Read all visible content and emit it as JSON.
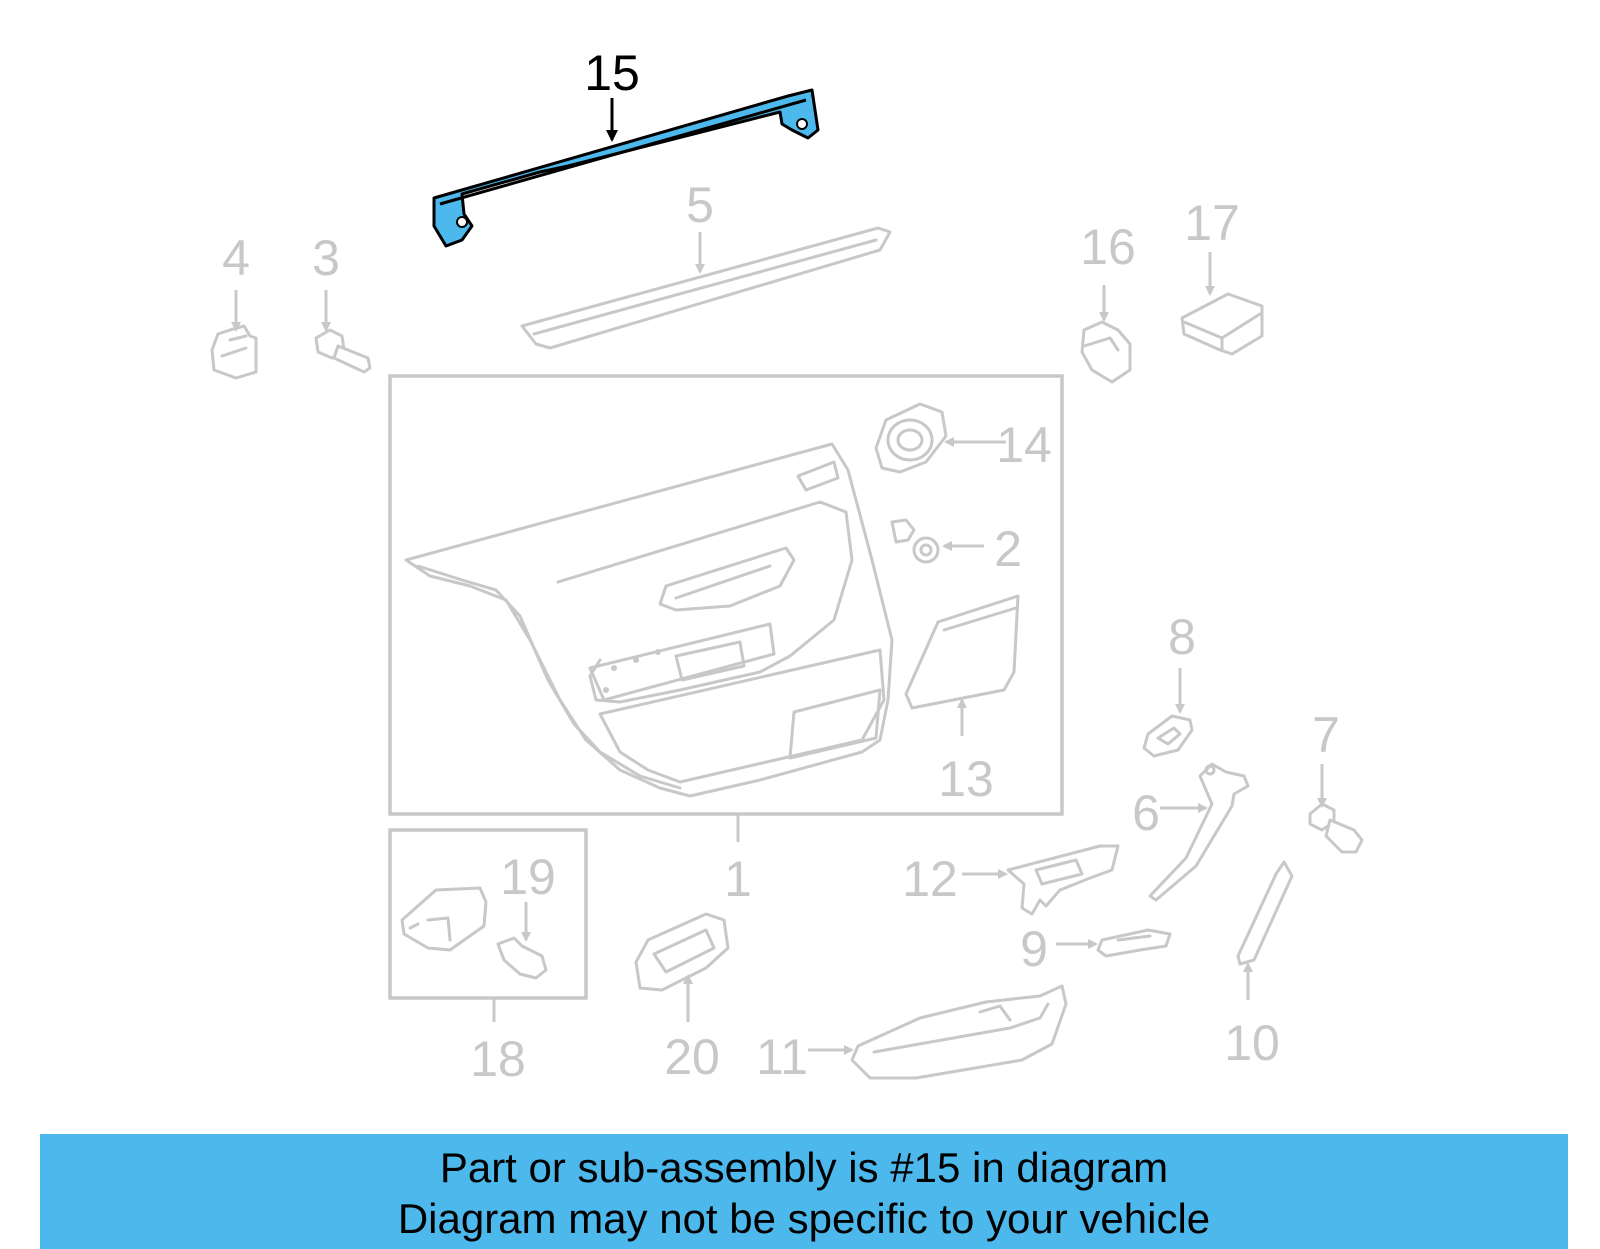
{
  "diagram": {
    "highlighted_callout": "15",
    "highlight_color": "#4db8ec",
    "part_color": "#c8c8c8",
    "callouts": {
      "c1": "1",
      "c2": "2",
      "c3": "3",
      "c4": "4",
      "c5": "5",
      "c6": "6",
      "c7": "7",
      "c8": "8",
      "c9": "9",
      "c10": "10",
      "c11": "11",
      "c12": "12",
      "c13": "13",
      "c14": "14",
      "c15": "15",
      "c16": "16",
      "c17": "17",
      "c18": "18",
      "c19": "19",
      "c20": "20"
    }
  },
  "banner": {
    "line1": "Part or sub-assembly is #15 in diagram",
    "line2": "Diagram may not be specific to your vehicle",
    "background": "#4db8ec"
  }
}
